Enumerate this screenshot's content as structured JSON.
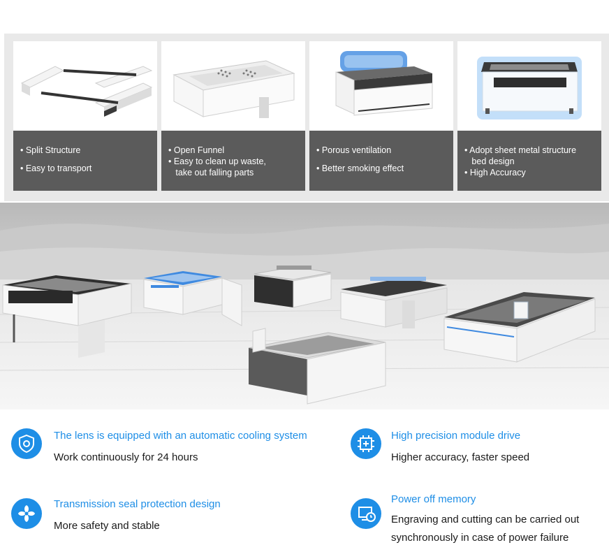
{
  "features_top": [
    {
      "lines": [
        "• Split Structure",
        "• Easy to transport"
      ]
    },
    {
      "lines": [
        "• Open Funnel",
        "• Easy to clean up waste,",
        "   take out falling parts"
      ]
    },
    {
      "lines": [
        "• Porous ventilation",
        "• Better smoking effect"
      ]
    },
    {
      "lines": [
        "• Adopt sheet metal structure",
        "   bed design",
        "• High Accuracy"
      ]
    }
  ],
  "features_bottom": [
    {
      "icon": "shield-icon",
      "title": "The lens is equipped with an automatic cooling system",
      "desc": [
        "Work continuously for 24 hours"
      ]
    },
    {
      "icon": "chip-icon",
      "title": "High precision module drive",
      "desc": [
        "Higher accuracy, faster speed"
      ]
    },
    {
      "icon": "fan-icon",
      "title": "Transmission seal protection design",
      "desc": [
        "More safety and stable"
      ]
    },
    {
      "icon": "monitor-clock-icon",
      "title": "Power off memory",
      "desc": [
        "Engraving and cutting can be carried out",
        "synchronously in case of power failure"
      ]
    }
  ],
  "colors": {
    "accent": "#1e8ee6",
    "caption_bg": "#5b5b5b",
    "panel_bg": "#e9e9e9"
  }
}
